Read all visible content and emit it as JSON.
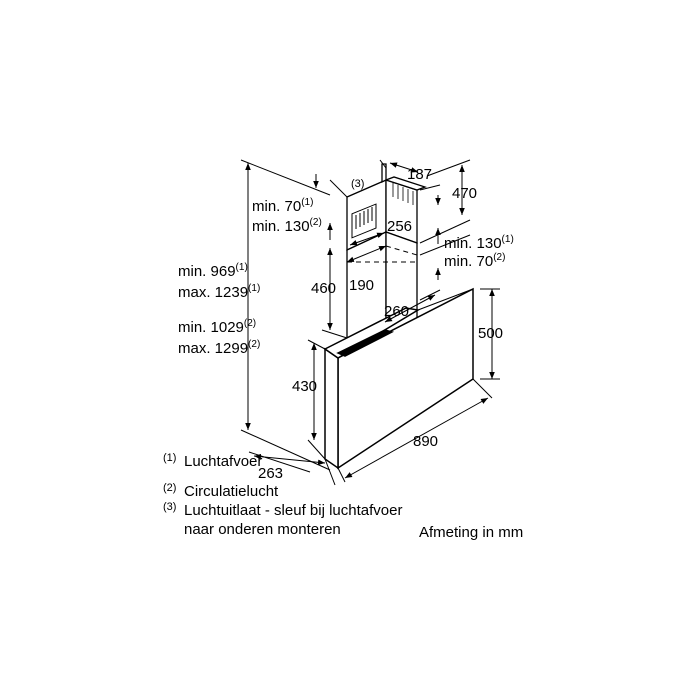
{
  "dimensions": {
    "top_depth": "187",
    "chimney_upper_height": "470",
    "chimney_width": "256",
    "chimney_upper_side": "190",
    "chimney_lower_height": "460",
    "hood_depth": "260",
    "hood_height": "500",
    "lower_height": "430",
    "hood_width": "890",
    "base_depth": "263",
    "marker": "(3)"
  },
  "left_labels": {
    "min_70": "min. 70",
    "min_130": "min. 130",
    "min_969": "min. 969",
    "max_1239": "max. 1239",
    "min_1029": "min. 1029",
    "max_1299": "max. 1299"
  },
  "right_labels": {
    "min_130": "min. 130",
    "min_70": "min. 70"
  },
  "superscripts": {
    "one": "(1)",
    "two": "(2)"
  },
  "legend": {
    "items": [
      {
        "num": "(1)",
        "text": "Luchtafvoer"
      },
      {
        "num": "(2)",
        "text": "Circulatielucht"
      },
      {
        "num": "(3)",
        "text": "Luchtuitlaat - sleuf bij luchtafvoer"
      }
    ],
    "continuation": "naar onderen monteren"
  },
  "units_note": "Afmeting in mm"
}
